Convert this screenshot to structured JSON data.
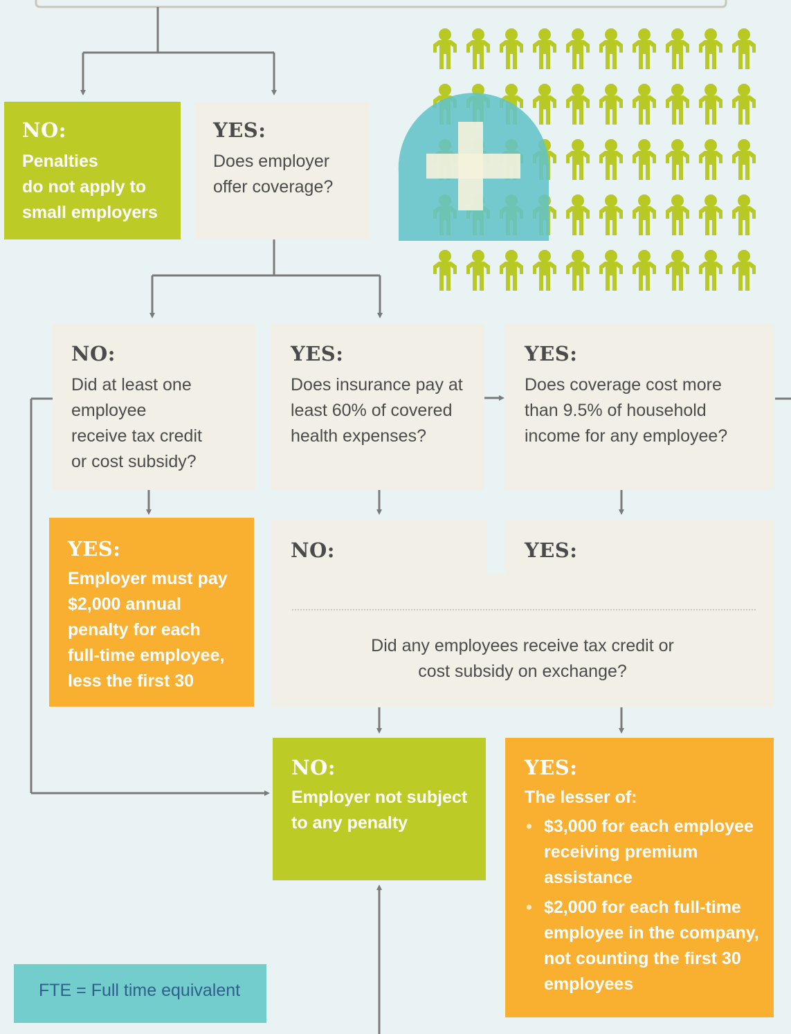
{
  "top_flow": {
    "no_small": {
      "head": "NO:",
      "text": "Penalties\ndo not apply to\nsmall employers"
    },
    "yes_offer": {
      "head": "YES:",
      "text": "Does employer\noffer coverage?"
    }
  },
  "row2": {
    "no_taxcredit": {
      "head": "NO:",
      "text": "Did at least one\nemployee\nreceive tax credit\nor cost subsidy?"
    },
    "yes_60pct": {
      "head": "YES:",
      "text": "Does insurance pay at\nleast 60% of covered\nhealth expenses?"
    },
    "yes_9_5pct": {
      "head": "YES:",
      "text": "Does coverage cost more\nthan 9.5% of household\nincome for any employee?"
    }
  },
  "row3": {
    "yes_2000_penalty": {
      "head": "YES:",
      "text": "Employer must pay\n$2,000 annual\npenalty for each\nfull-time employee,\nless the first 30"
    },
    "no_label": "NO:",
    "yes_label": "YES:",
    "exchange_question": "Did any employees receive tax credit or\ncost subsidy on exchange?"
  },
  "row4": {
    "no_penalty": {
      "head": "NO:",
      "text": "Employer not subject\nto any penalty"
    },
    "yes_lesser": {
      "head": "YES:",
      "intro": "The lesser of:",
      "bullets": [
        "$3,000 for each employee receiving premium assistance",
        "$2,000 for each full-time employee in the company, not counting the first 30 employees"
      ]
    }
  },
  "legend": {
    "fte": "FTE = Full time equivalent"
  },
  "colors": {
    "background": "#e9f3f3",
    "beige": "#f1efe6",
    "green": "#bccb26",
    "orange": "#f9af2f",
    "teal": "#72cdcc",
    "people_green": "#b8c925",
    "connector": "#7a7a7a"
  },
  "icons": {
    "people_grid": "people-grid-icon",
    "medical_cross": "medical-cross-icon"
  }
}
